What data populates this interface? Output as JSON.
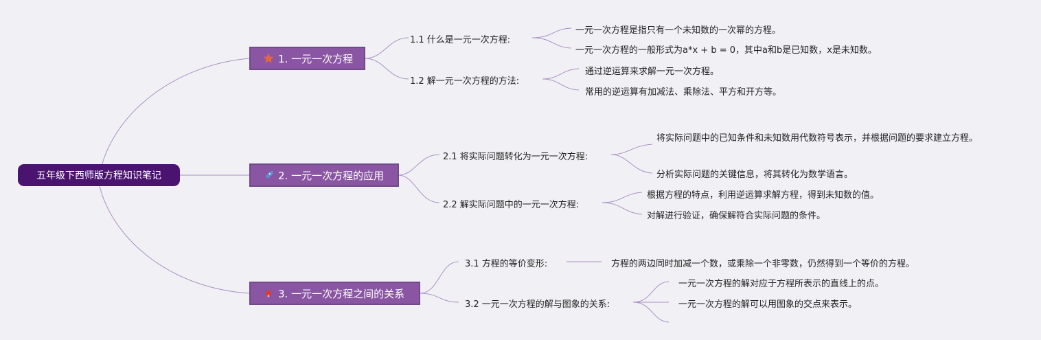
{
  "root": {
    "label": "五年级下西师版方程知识笔记"
  },
  "branches": [
    {
      "label": "1. 一元一次方程",
      "icon": "star-icon",
      "icon_color": "#e2683a",
      "subs": [
        {
          "label": "1.1 什么是一元一次方程:",
          "leaves": [
            "一元一次方程是指只有一个未知数的一次幂的方程。",
            "一元一次方程的一般形式为a*x + b = 0，其中a和b是已知数，x是未知数。"
          ]
        },
        {
          "label": "1.2 解一元一次方程的方法:",
          "leaves": [
            "通过逆运算来求解一元一次方程。",
            "常用的逆运算有加减法、乘除法、平方和开方等。"
          ]
        }
      ]
    },
    {
      "label": "2. 一元一次方程的应用",
      "icon": "rocket-icon",
      "icon_color": "#5a8fd0",
      "subs": [
        {
          "label": "2.1 将实际问题转化为一元一次方程:",
          "leaves": [
            "将实际问题中的已知条件和未知数用代数符号表示，并根据问题的要求建立方程。",
            "分析实际问题的关键信息，将其转化为数学语言。"
          ]
        },
        {
          "label": "2.2 解实际问题中的一元一次方程:",
          "leaves": [
            "根据方程的特点，利用逆运算求解方程，得到未知数的值。",
            "对解进行验证，确保解符合实际问题的条件。"
          ]
        }
      ]
    },
    {
      "label": "3. 一元一次方程之间的关系",
      "icon": "fire-icon",
      "icon_color": "#e03a2a",
      "subs": [
        {
          "label": "3.1 方程的等价变形:",
          "leaves": [
            "方程的两边同时加减一个数，或乘除一个非零数，仍然得到一个等价的方程。"
          ]
        },
        {
          "label": "3.2 一元一次方程的解与图象的关系:",
          "leaves": [
            "一元一次方程的解对应于方程所表示的直线上的点。",
            "一元一次方程的解可以用图象的交点来表示。"
          ]
        }
      ]
    }
  ],
  "colors": {
    "connector": "#a98fc4",
    "root_bg": "#4a1370",
    "branch_bg": "#8a56a3"
  }
}
